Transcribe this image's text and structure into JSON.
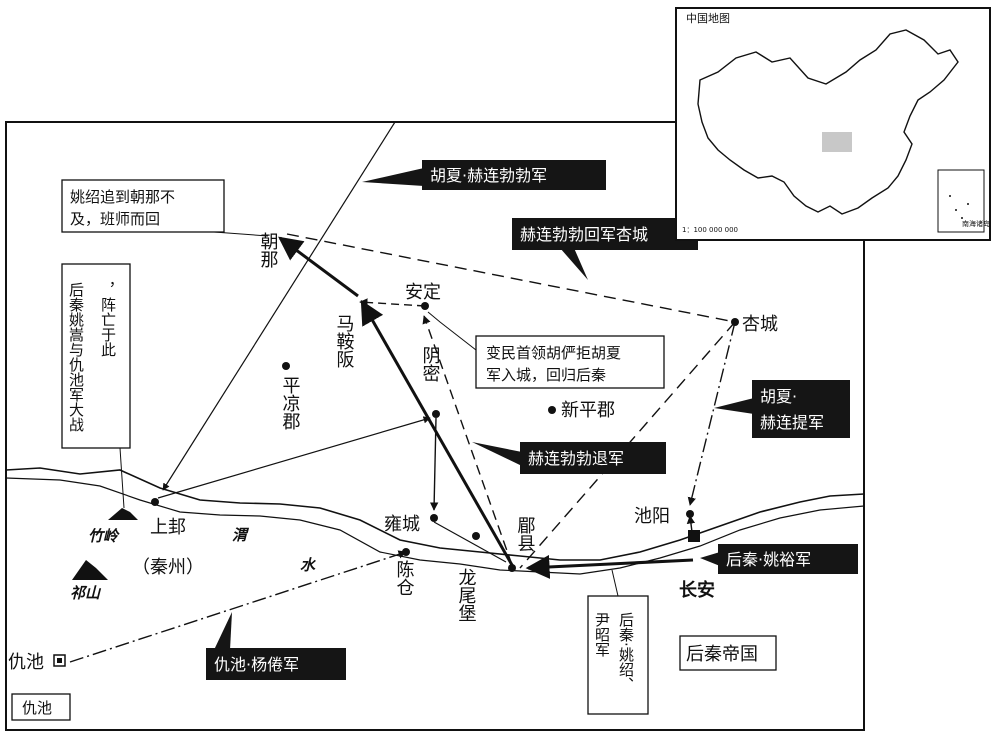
{
  "inset": {
    "title": "中国地图",
    "scale": "1：100 000 000",
    "south_sea_label": "南海诸岛"
  },
  "places": {
    "chaona": "朝那",
    "anding": "安定",
    "maanban": "马鞍阪",
    "xingcheng": "杏城",
    "yinmi": "阴密",
    "pingliang": "平凉郡",
    "xinping": "新平郡",
    "shanggui": "上邽",
    "qinzhou": "（秦州）",
    "yongcheng": "雍城",
    "meixian": "郿县",
    "chiyang": "池阳",
    "changan": "长安",
    "chencang": "陈仓",
    "longweibao": "龙尾堡",
    "qiuchi": "仇池",
    "zhuling": "竹岭",
    "qishan": "祁山",
    "wei": "渭",
    "shui": "水"
  },
  "notes": {
    "yaoshao": "姚绍追到朝那不及，班师而回",
    "yaosong": "后秦姚嵩与仇池军大战，阵亡于此",
    "hu_yi": "变民首领胡俨拒胡夏军入城，回归后秦",
    "houqin_empire": "后秦帝国",
    "qiuchi_box": "仇池",
    "yaoshao_army": "后秦·姚绍、尹昭军"
  },
  "armies": {
    "huxia_bobo": "胡夏·赫连勃勃军",
    "bobo_return": "赫连勃勃回军杏城",
    "bobo_retreat": "赫连勃勃退军",
    "huxia_ti": "胡夏·赫连提军",
    "houqin_yaoyu": "后秦·姚裕军",
    "qiuchi_yang": "仇池·杨倦军"
  },
  "colors": {
    "ink": "#111111",
    "paper": "#ffffff",
    "label_bg": "#151515",
    "highlight": "#c8c8c8"
  }
}
